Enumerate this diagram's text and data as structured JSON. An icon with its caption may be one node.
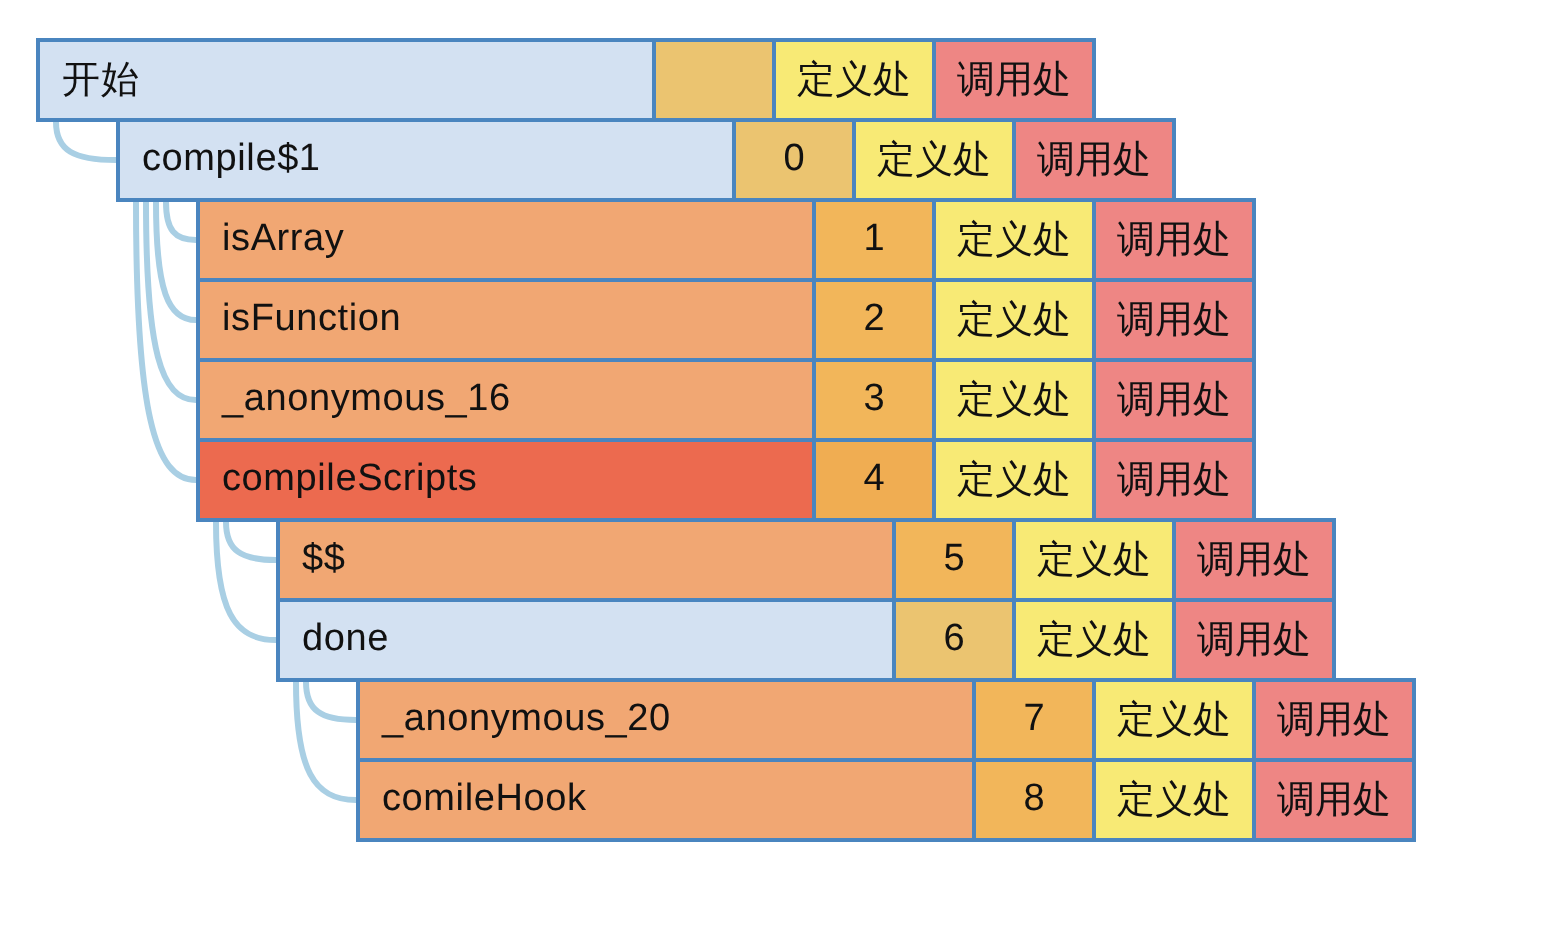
{
  "diagram": {
    "nodes": [
      {
        "text": [
          "开始",
          "定义处",
          "调用处"
        ]
      },
      {
        "text": [
          "compile$1",
          "0",
          "定义处",
          "调用处"
        ]
      },
      {
        "text": [
          "isArray",
          "1",
          "定义处",
          "调用处"
        ]
      },
      {
        "text": [
          "isFunction",
          "2",
          "定义处",
          "调用处"
        ]
      },
      {
        "text": [
          "_anonymous_16",
          "3",
          "定义处",
          "调用处"
        ]
      },
      {
        "text": [
          "compileScripts",
          "4",
          "定义处",
          "调用处"
        ]
      },
      {
        "text": [
          "$$",
          "5",
          "定义处",
          "调用处"
        ]
      },
      {
        "text": [
          "done",
          "6",
          "定义处",
          "调用处"
        ]
      },
      {
        "text": [
          "_anonymous_20",
          "7",
          "定义处",
          "调用处"
        ]
      },
      {
        "text": [
          "comileHook",
          "8",
          "定义处",
          "调用处"
        ]
      }
    ],
    "edges": [
      {
        "from": 0,
        "to": 1,
        "arrow": "none"
      },
      {
        "from": 1,
        "to": 2,
        "arrow": "none"
      },
      {
        "from": 1,
        "to": 3,
        "arrow": "none"
      },
      {
        "from": 1,
        "to": 4,
        "arrow": "none"
      },
      {
        "from": 1,
        "to": 5,
        "arrow": "none"
      },
      {
        "from": 5,
        "to": 6,
        "arrow": "none"
      },
      {
        "from": 5,
        "to": 7,
        "arrow": "none"
      },
      {
        "from": 7,
        "to": 8,
        "arrow": "none"
      },
      {
        "from": 7,
        "to": 9,
        "arrow": "none"
      }
    ]
  }
}
